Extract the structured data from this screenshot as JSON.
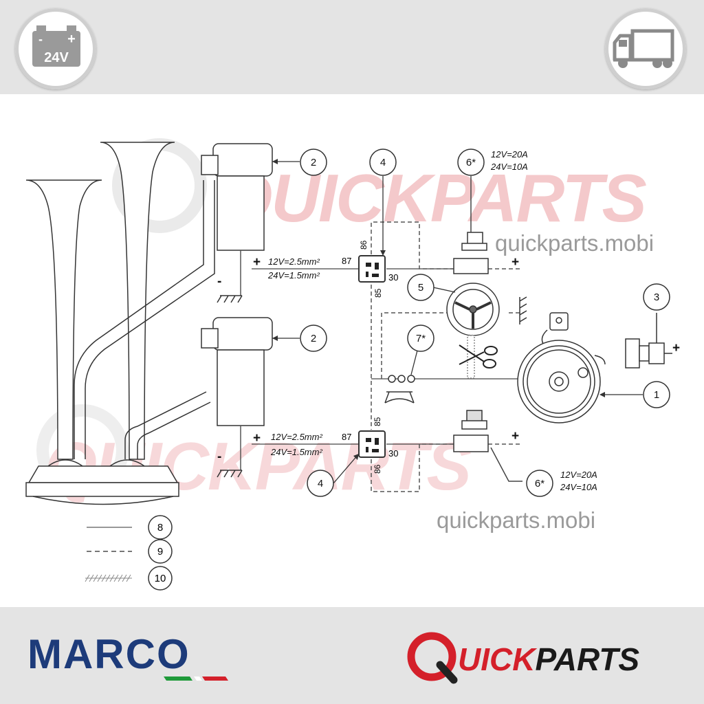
{
  "header": {
    "battery_icon": "battery-icon",
    "battery_voltage": "24V",
    "battery_minus": "-",
    "battery_plus": "+",
    "vehicle_icon": "truck-icon"
  },
  "diagram": {
    "callouts": {
      "c1": "1",
      "c2a": "2",
      "c2b": "2",
      "c3": "3",
      "c4a": "4",
      "c4b": "4",
      "c5": "5",
      "c6a": "6*",
      "c6b": "6*",
      "c7": "7*"
    },
    "fuse_top": {
      "line1": "12V=20A",
      "line2": "24V=10A"
    },
    "fuse_bottom": {
      "line1": "12V=20A",
      "line2": "24V=10A"
    },
    "wire_top": {
      "line1": "12V=2.5mm²",
      "line2": "24V=1.5mm²"
    },
    "wire_bottom": {
      "line1": "12V=2.5mm²",
      "line2": "24V=1.5mm²"
    },
    "relay_top": {
      "t86": "86",
      "t87": "87",
      "t30": "30",
      "t85": "85"
    },
    "relay_bottom": {
      "t85": "85",
      "t87": "87",
      "t30": "30",
      "t86": "86"
    },
    "signs": {
      "plus_a": "+",
      "plus_b": "+",
      "plus_c": "+",
      "plus_d": "+",
      "plus_e": "+",
      "minus_a": "-",
      "minus_b": "-"
    },
    "legend": [
      {
        "number": "8",
        "style": "solid"
      },
      {
        "number": "9",
        "style": "dashed"
      },
      {
        "number": "10",
        "style": "hatched"
      }
    ],
    "watermark": {
      "brand": "QUICKPARTS",
      "url": "quickparts.mobi"
    }
  },
  "footer": {
    "marco_logo": "MARCO",
    "quickparts_logo": "QUICKPARTS",
    "brand_colors": {
      "marco_blue": "#1d3b7a",
      "quick_red": "#d4202a",
      "italy_green": "#1f9a3a",
      "italy_red": "#d4202a"
    }
  }
}
